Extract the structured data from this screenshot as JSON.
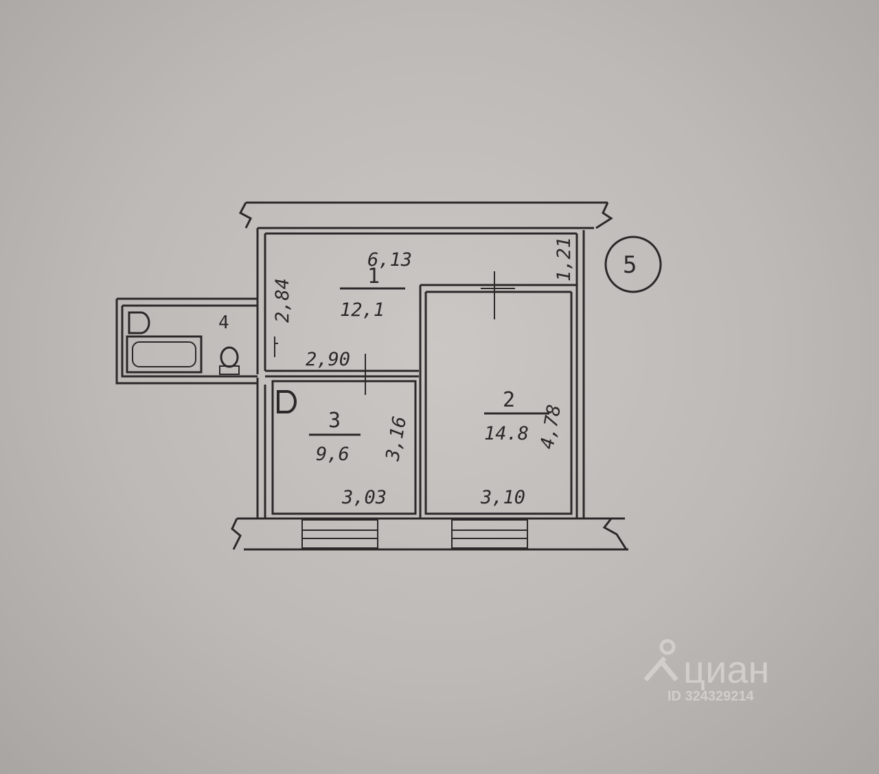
{
  "plan": {
    "badge": "5",
    "rooms": [
      {
        "number": "1",
        "area": "12,1",
        "dims": [
          "6,13",
          "2,84",
          "1,21",
          "2,90"
        ]
      },
      {
        "number": "2",
        "area": "14.8",
        "dims": [
          "4,78",
          "3,10"
        ]
      },
      {
        "number": "3",
        "area": "9,6",
        "dims": [
          "3,16",
          "3,03"
        ]
      },
      {
        "number": "4"
      }
    ]
  },
  "watermark": {
    "brand": "циан",
    "id": "ID 324329214"
  }
}
